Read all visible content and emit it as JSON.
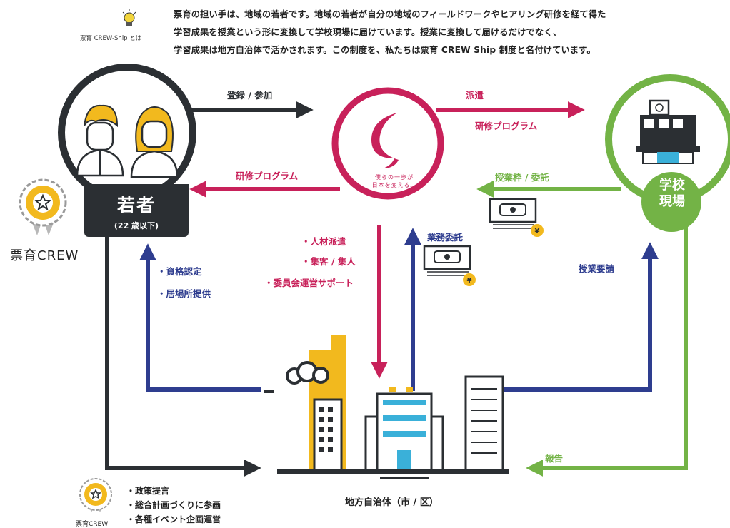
{
  "intro": {
    "caption": "票育 CREW-Ship とは",
    "lines": [
      "票育の担い手は、地域の若者です。地域の若者が自分の地域のフィールドワークやヒアリング研修を経て得た",
      "学習成果を授業という形に変換して学校現場に届けています。授業に変換して届けるだけでなく、",
      "学習成果は地方自治体で活かされます。この制度を、私たちは票育 CREW Ship 制度と名付けています。"
    ]
  },
  "youth": {
    "title": "若者",
    "subtitle": "(22 歳以下)",
    "badge_text": "票育CREW"
  },
  "org": {
    "slogan_line1": "僕らの一歩が",
    "slogan_line2": "日本を変える。"
  },
  "school": {
    "line1": "学校",
    "line2": "現場"
  },
  "arrows": {
    "register": "登録 / 参加",
    "dispatch": "派遣",
    "training_to_school": "研修プログラム",
    "training_to_youth": "研修プログラム",
    "class_slot": "授業枠 / 委託",
    "business_commission": "業務委託",
    "class_request": "授業要請",
    "report": "報告"
  },
  "org_to_gov": [
    "・人材派遣",
    "・集客 / 集人",
    "・委員会運営サポート"
  ],
  "gov_to_youth": [
    "・資格認定",
    "・居場所提供"
  ],
  "government": {
    "label": "地方自治体（市 / 区）"
  },
  "bottom_badge": {
    "text": "票育CREW"
  },
  "bottom_list": [
    "・政策提言",
    "・総合計画づくりに参画",
    "・各種イベント企画運営"
  ],
  "colors": {
    "dark": "#2b2f33",
    "red": "#c8215a",
    "green": "#73b346",
    "blue": "#2e3d8f",
    "yellow": "#f2b91e"
  },
  "icons": [
    "lightbulb-icon",
    "people-icon",
    "star-badge-icon",
    "crescent-logo-icon",
    "school-building-icon",
    "money-icon",
    "yen-coin-icon",
    "city-buildings-icon"
  ]
}
